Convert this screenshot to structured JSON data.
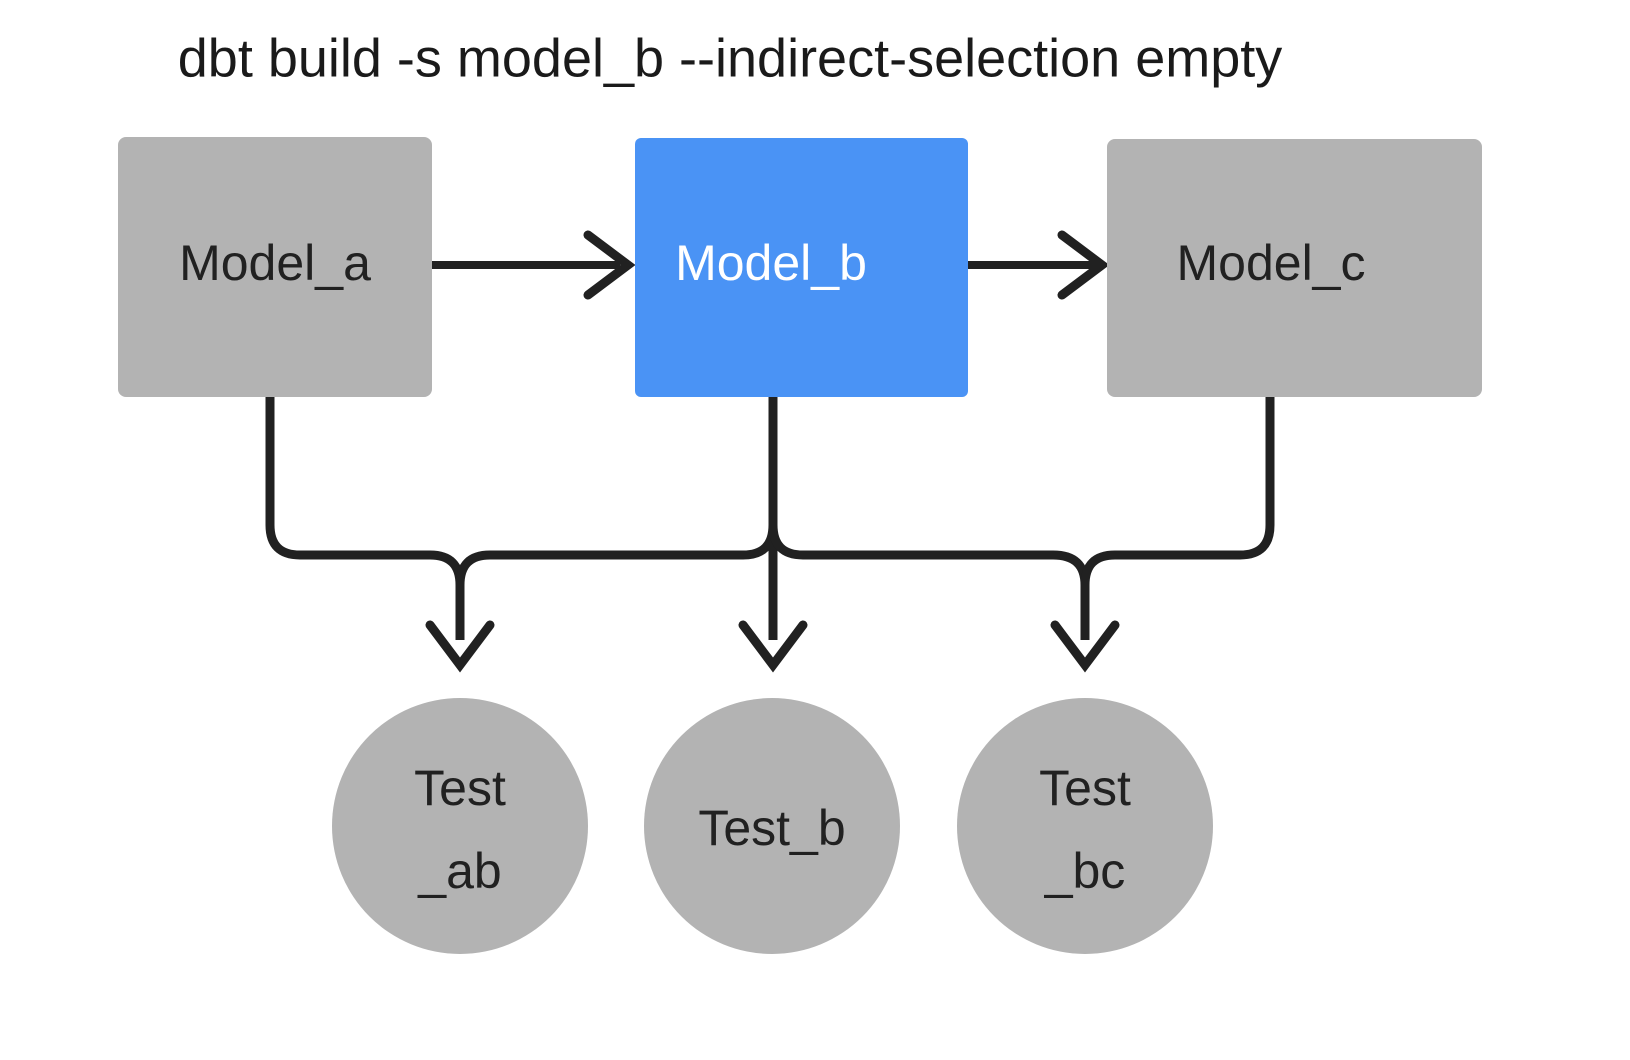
{
  "diagram": {
    "title": "dbt build -s model_b --indirect-selection empty",
    "background": "#ffffff",
    "colors": {
      "node_gray": "#b3b3b3",
      "node_selected_blue": "#4a93f5",
      "edge_stroke": "#212121",
      "label_dark": "#212121",
      "label_light": "#ffffff"
    },
    "models": [
      {
        "id": "model_a",
        "label": "Model_a",
        "shape": "rect",
        "fill": "#b3b3b3",
        "text_color": "#212121",
        "selected": false
      },
      {
        "id": "model_b",
        "label": "Model_b",
        "shape": "rect",
        "fill": "#4a93f5",
        "text_color": "#ffffff",
        "selected": true
      },
      {
        "id": "model_c",
        "label": "Model_c",
        "shape": "rect",
        "fill": "#b3b3b3",
        "text_color": "#212121",
        "selected": false
      }
    ],
    "tests": [
      {
        "id": "test_ab",
        "label_line1": "Test",
        "label_line2": "_ab",
        "shape": "circle",
        "fill": "#b3b3b3",
        "text_color": "#212121",
        "selected": false
      },
      {
        "id": "test_b",
        "label_line1": "Test_b",
        "label_line2": "",
        "shape": "circle",
        "fill": "#b3b3b3",
        "text_color": "#212121",
        "selected": false
      },
      {
        "id": "test_bc",
        "label_line1": "Test",
        "label_line2": "_bc",
        "shape": "circle",
        "fill": "#b3b3b3",
        "text_color": "#212121",
        "selected": false
      }
    ],
    "edges": [
      {
        "from": "model_a",
        "to": "model_b",
        "style": "straight-arrow"
      },
      {
        "from": "model_b",
        "to": "model_c",
        "style": "straight-arrow"
      },
      {
        "from": "model_a",
        "to": "test_ab",
        "style": "orthogonal-arrow"
      },
      {
        "from": "model_b",
        "to": "test_ab",
        "style": "orthogonal-arrow"
      },
      {
        "from": "model_b",
        "to": "test_b",
        "style": "straight-arrow"
      },
      {
        "from": "model_b",
        "to": "test_bc",
        "style": "orthogonal-arrow"
      },
      {
        "from": "model_c",
        "to": "test_bc",
        "style": "orthogonal-arrow"
      }
    ]
  }
}
